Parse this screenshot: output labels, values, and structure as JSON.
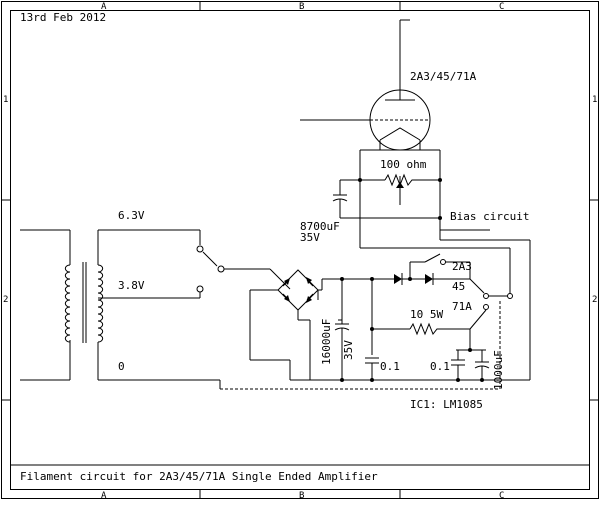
{
  "sheet": {
    "date": "13rd Feb 2012",
    "footer_title": "Filament circuit for 2A3/45/71A Single Ended Amplifier",
    "zones_columns": [
      "A",
      "B",
      "C"
    ],
    "zones_rows": [
      "1",
      "2"
    ]
  },
  "labels": {
    "tap_63": "6.3V",
    "tap_38": "3.8V",
    "tap_0": "0",
    "tube": "2A3/45/71A",
    "pot": "100 ohm",
    "bias": "Bias circuit",
    "cap_8700": "8700uF",
    "cap_8700_v": "35V",
    "cap_16000": "16000uF",
    "cap_16000_v": "35V",
    "cap_01_a": "0.1",
    "cap_01_b": "0.1",
    "cap_1000": "1000uF",
    "res_10": "10 5W",
    "sw_2a3": "2A3",
    "sw_45": "45",
    "sw_71a": "71A",
    "ic": "IC1: LM1085"
  }
}
